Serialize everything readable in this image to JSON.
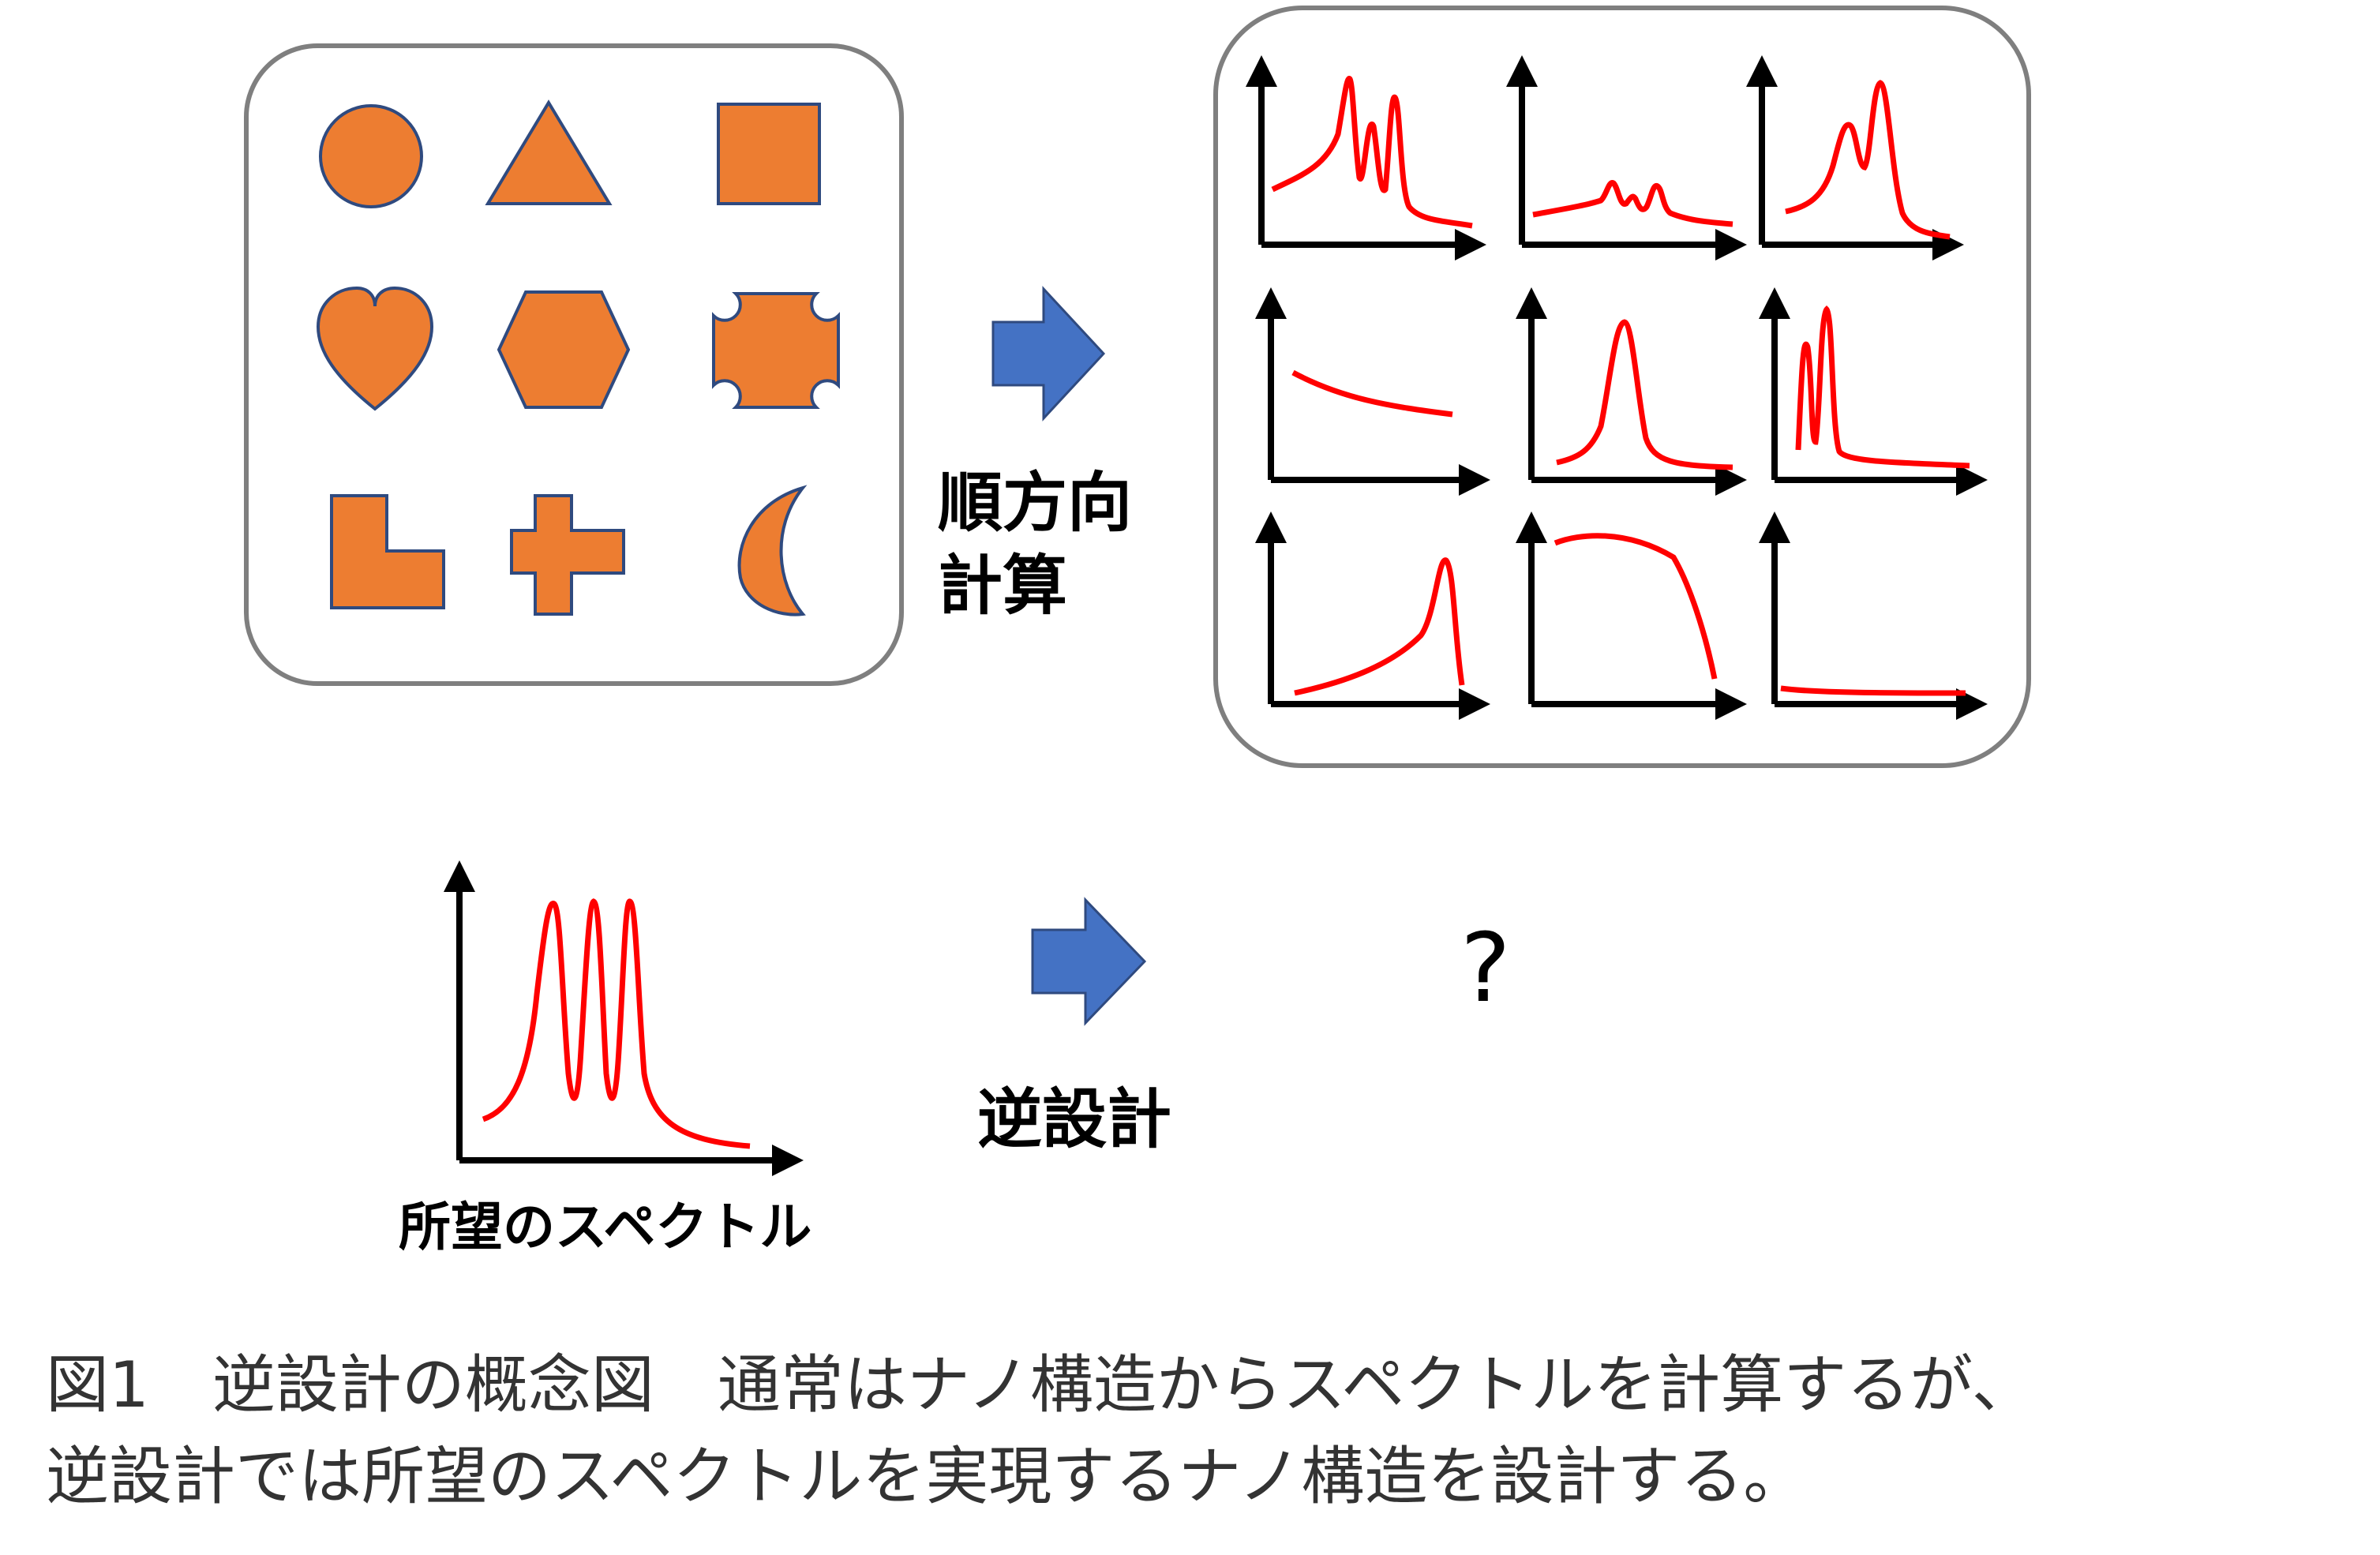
{
  "forward_label_line1": "順方向",
  "forward_label_line2": "計算",
  "inverse_label": "逆設計",
  "desired_spectrum_label": "所望のスペクトル",
  "unknown_mark": "?",
  "caption_line1": "図1　逆設計の概念図　通常はナノ構造からスペクトルを計算するが、",
  "caption_line2": "逆設計では所望のスペクトルを実現するナノ構造を設計する。",
  "colors": {
    "shape_fill": "#ED7D31",
    "shape_stroke": "#2F4A7F",
    "arrow_fill": "#4472C4",
    "spectrum_line": "#FF0000",
    "panel_border": "#7F7F7F"
  },
  "shapes": [
    "circle-icon",
    "triangle-icon",
    "square-icon",
    "heart-icon",
    "hexagon-icon",
    "notched-square-icon",
    "l-shape-icon",
    "cross-icon",
    "crescent-icon"
  ]
}
